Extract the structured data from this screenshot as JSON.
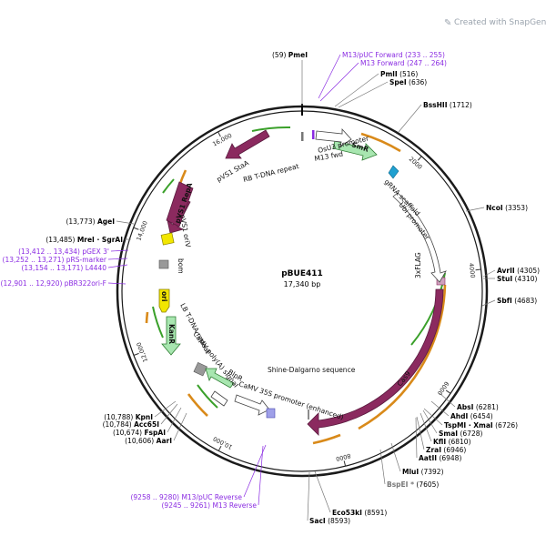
{
  "watermark": {
    "prefix": "Created with ",
    "brand": "SnapGene",
    "suffix": "®"
  },
  "plasmid": {
    "name": "pBUE411",
    "size": "17,340 bp"
  },
  "ticks": [
    {
      "label": "2000",
      "bp": 2000
    },
    {
      "label": "4000",
      "bp": 4000
    },
    {
      "label": "6000",
      "bp": 6000
    },
    {
      "label": "8000",
      "bp": 8000
    },
    {
      "label": "10,000",
      "bp": 10000
    },
    {
      "label": "12,000",
      "bp": 12000
    },
    {
      "label": "14,000",
      "bp": 14000
    },
    {
      "label": "16,000",
      "bp": 16000
    }
  ],
  "sites_right": [
    {
      "name": "PmeI",
      "pos": "(59)"
    },
    {
      "name": "M13/pUC Forward",
      "pos": "(233 .. 255)",
      "primer": true
    },
    {
      "name": "M13 Forward",
      "pos": "(247 .. 264)",
      "primer": true
    },
    {
      "name": "PmlI",
      "pos": "(516)"
    },
    {
      "name": "SpeI",
      "pos": "(636)"
    },
    {
      "name": "BssHII",
      "pos": "(1712)"
    },
    {
      "name": "NcoI",
      "pos": "(3353)"
    },
    {
      "name": "AvrII",
      "pos": "(4305)"
    },
    {
      "name": "StuI",
      "pos": "(4310)"
    },
    {
      "name": "SbfI",
      "pos": "(4683)"
    },
    {
      "name": "AbsI",
      "pos": "(6281)"
    },
    {
      "name": "AhdI",
      "pos": "(6454)"
    },
    {
      "name": "TspMI · XmaI",
      "pos": "(6726)"
    },
    {
      "name": "SmaI",
      "pos": "(6728)"
    },
    {
      "name": "KflI",
      "pos": "(6810)"
    },
    {
      "name": "ZraI",
      "pos": "(6946)"
    },
    {
      "name": "AatII",
      "pos": "(6948)"
    },
    {
      "name": "MluI",
      "pos": "(7392)"
    },
    {
      "name": "BspEI *",
      "pos": "(7605)"
    },
    {
      "name": "Eco53kI",
      "pos": "(8591)"
    },
    {
      "name": "SacI",
      "pos": "(8593)"
    }
  ],
  "sites_left": [
    {
      "name": "AgeI",
      "pos": "(13,773)"
    },
    {
      "name": "MreI · SgrAI",
      "pos": "(13,485)"
    },
    {
      "name": "pGEX 3'",
      "pos": "(13,412 .. 13,434)",
      "primer": true
    },
    {
      "name": "pRS-marker",
      "pos": "(13,252 .. 13,271)",
      "primer": true
    },
    {
      "name": "L4440",
      "pos": "(13,154 .. 13,171)",
      "primer": true
    },
    {
      "name": "pBR322ori-F",
      "pos": "(12,901 .. 12,920)",
      "primer": true
    },
    {
      "name": "KpnI",
      "pos": "(10,788)"
    },
    {
      "name": "Acc65I",
      "pos": "(10,784)"
    },
    {
      "name": "FspAI",
      "pos": "(10,674)"
    },
    {
      "name": "AarI",
      "pos": "(10,606)"
    },
    {
      "name": "M13/pUC Reverse",
      "pos": "(9258 .. 9280)",
      "primer": true
    },
    {
      "name": "M13 Reverse",
      "pos": "(9245 .. 9261)",
      "primer": true
    }
  ],
  "features": [
    {
      "label": "OsU3 promoter"
    },
    {
      "label": "M13 fwd"
    },
    {
      "label": "SmR"
    },
    {
      "label": "gRNA scaffold"
    },
    {
      "label": "Ubi promoter"
    },
    {
      "label": "3xFLAG"
    },
    {
      "label": "Cas9"
    },
    {
      "label": "Shine-Dalgarno sequence"
    },
    {
      "label": "CaMV 35S promoter (enhanced)"
    },
    {
      "label": "BlpR"
    },
    {
      "label": "CaMV poly(A) signal"
    },
    {
      "label": "LB T-DNA repeat"
    },
    {
      "label": "KanR"
    },
    {
      "label": "ori"
    },
    {
      "label": "bom"
    },
    {
      "label": "pVS1 oriV"
    },
    {
      "label": "pVS1 RepA"
    },
    {
      "label": "pVS1 StaA"
    },
    {
      "label": "RB T-DNA repeat"
    }
  ],
  "colors": {
    "backbone": "#1a1a1a",
    "primer": "#8a2be2",
    "cas9": "#8b2a5f",
    "promoter": "#ffffff",
    "marker": "#a8e6b0",
    "ori": "#f2e600",
    "orf_arrow": "#3aa02a",
    "orange_arc": "#d98a1a"
  }
}
